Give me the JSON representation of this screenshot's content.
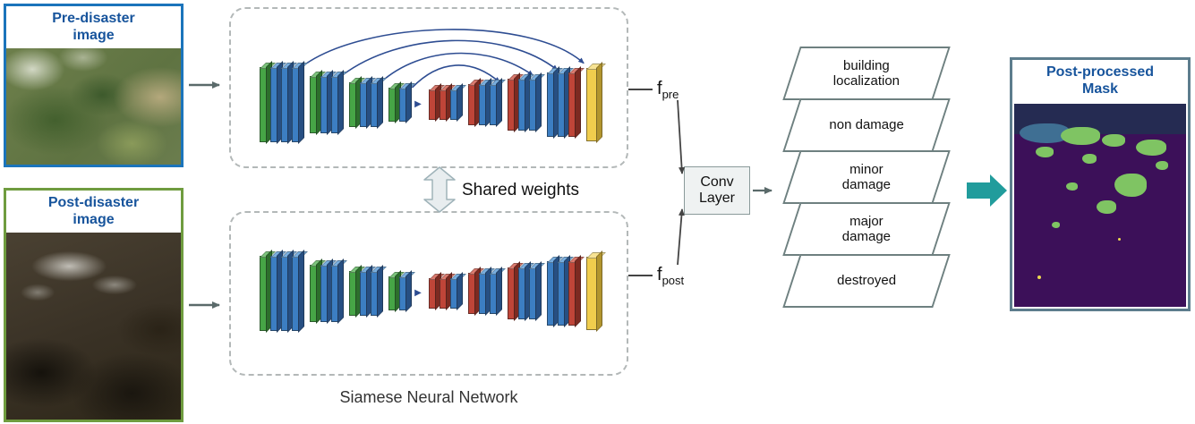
{
  "cards": {
    "pre": {
      "title": "Pre-disaster image"
    },
    "post": {
      "title": "Post-disaster image"
    },
    "mask": {
      "title": "Post-processed Mask"
    }
  },
  "network_labels": {
    "shared_weights": "Shared weights",
    "caption": "Siamese Neural Network",
    "f_pre": {
      "base": "f",
      "sub": "pre"
    },
    "f_post": {
      "base": "f",
      "sub": "post"
    }
  },
  "conv_layer": {
    "label": "Conv Layer"
  },
  "output_classes": [
    "building localization",
    "non damage",
    "minor damage",
    "major damage",
    "destroyed"
  ],
  "icons": {
    "encoder_decoder_arrow": "▶"
  },
  "network": {
    "encoder_groups": [
      {
        "h": 84,
        "layers": [
          "green",
          "blue",
          "blue",
          "blue"
        ]
      },
      {
        "h": 64,
        "layers": [
          "green",
          "blue",
          "blue"
        ]
      },
      {
        "h": 50,
        "layers": [
          "green",
          "blue",
          "blue"
        ]
      },
      {
        "h": 38,
        "layers": [
          "green",
          "blue"
        ]
      }
    ],
    "decoder_groups": [
      {
        "h": 34,
        "layers": [
          "red",
          "red",
          "blue"
        ]
      },
      {
        "h": 46,
        "layers": [
          "red",
          "blue",
          "blue"
        ]
      },
      {
        "h": 58,
        "layers": [
          "red",
          "blue",
          "blue"
        ]
      },
      {
        "h": 72,
        "layers": [
          "blue",
          "blue",
          "red"
        ]
      },
      {
        "h": 82,
        "layers": [
          "yellow"
        ]
      }
    ]
  },
  "colors": {
    "pre_border": "#1b74bb",
    "post_border": "#6f9c3f",
    "mask_border": "#5d7d8d",
    "title_text": "#17549c",
    "teal_arrow": "#219c9c",
    "skip_arrow": "#2e4d92",
    "slab_green": "#46a546",
    "slab_blue": "#3c7ec2",
    "slab_red": "#bf4538",
    "slab_yellow": "#f0cd4d",
    "mask_background": "#3c1059",
    "mask_buildings": "#7fc463"
  }
}
